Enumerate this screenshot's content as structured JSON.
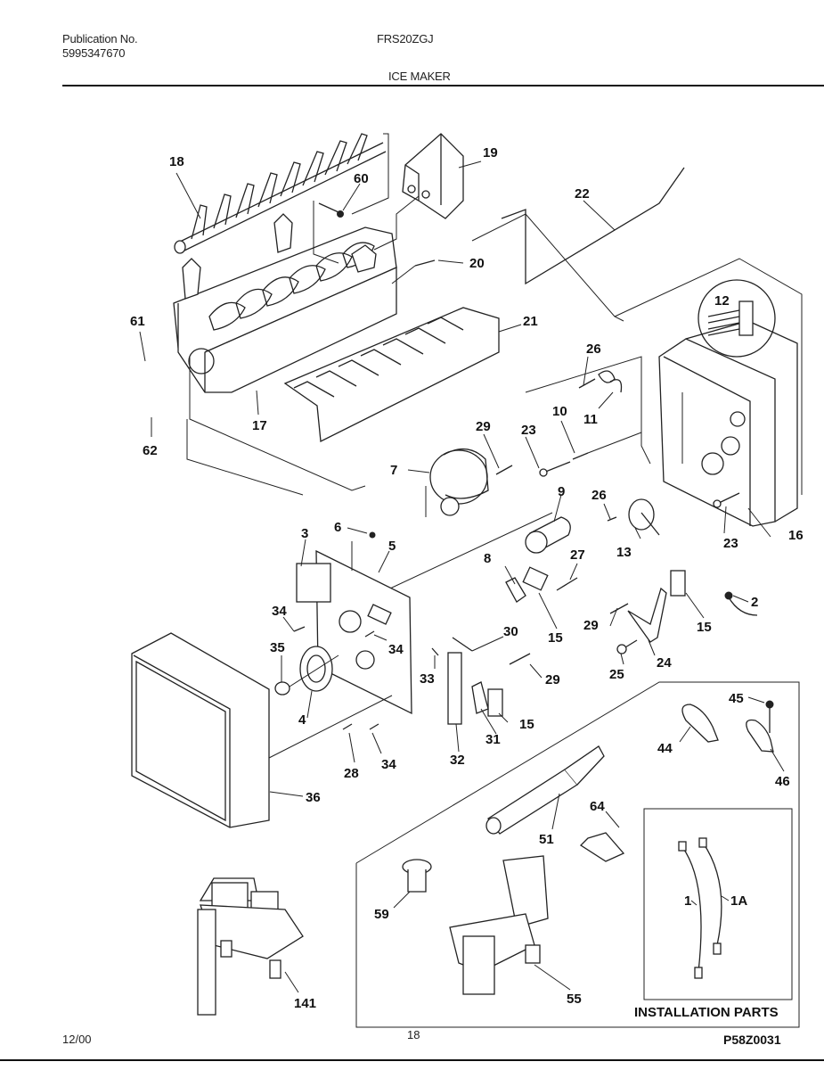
{
  "header": {
    "publication_label": "Publication No.",
    "publication_number": "5995347670",
    "model": "FRS20ZGJ",
    "section_title": "ICE MAKER"
  },
  "footer": {
    "date": "12/00",
    "page_number": "18",
    "diagram_code": "P58Z0031"
  },
  "inset": {
    "title": "INSTALLATION PARTS"
  },
  "callouts": {
    "c18": "18",
    "c19": "19",
    "c60": "60",
    "c22": "22",
    "c20": "20",
    "c61": "61",
    "c21": "21",
    "c12": "12",
    "c26a": "26",
    "c11": "11",
    "c62": "62",
    "c17": "17",
    "c29a": "29",
    "c10": "10",
    "c23a": "23",
    "c7": "7",
    "c9": "9",
    "c26b": "26",
    "c16": "16",
    "c6": "6",
    "c3": "3",
    "c5": "5",
    "c13": "13",
    "c23b": "23",
    "c8": "8",
    "c27": "27",
    "c2": "2",
    "c34a": "34",
    "c15a": "15",
    "c29b": "29",
    "c15b": "15",
    "c35": "35",
    "c34b": "34",
    "c30": "30",
    "c24": "24",
    "c33": "33",
    "c25": "25",
    "c29c": "29",
    "c4": "4",
    "c15c": "15",
    "c31": "31",
    "c45": "45",
    "c44": "44",
    "c28": "28",
    "c34c": "34",
    "c32": "32",
    "c46": "46",
    "c36": "36",
    "c64": "64",
    "c51": "51",
    "c1": "1",
    "c1A": "1A",
    "c59": "59",
    "c55": "55",
    "c141": "141"
  }
}
